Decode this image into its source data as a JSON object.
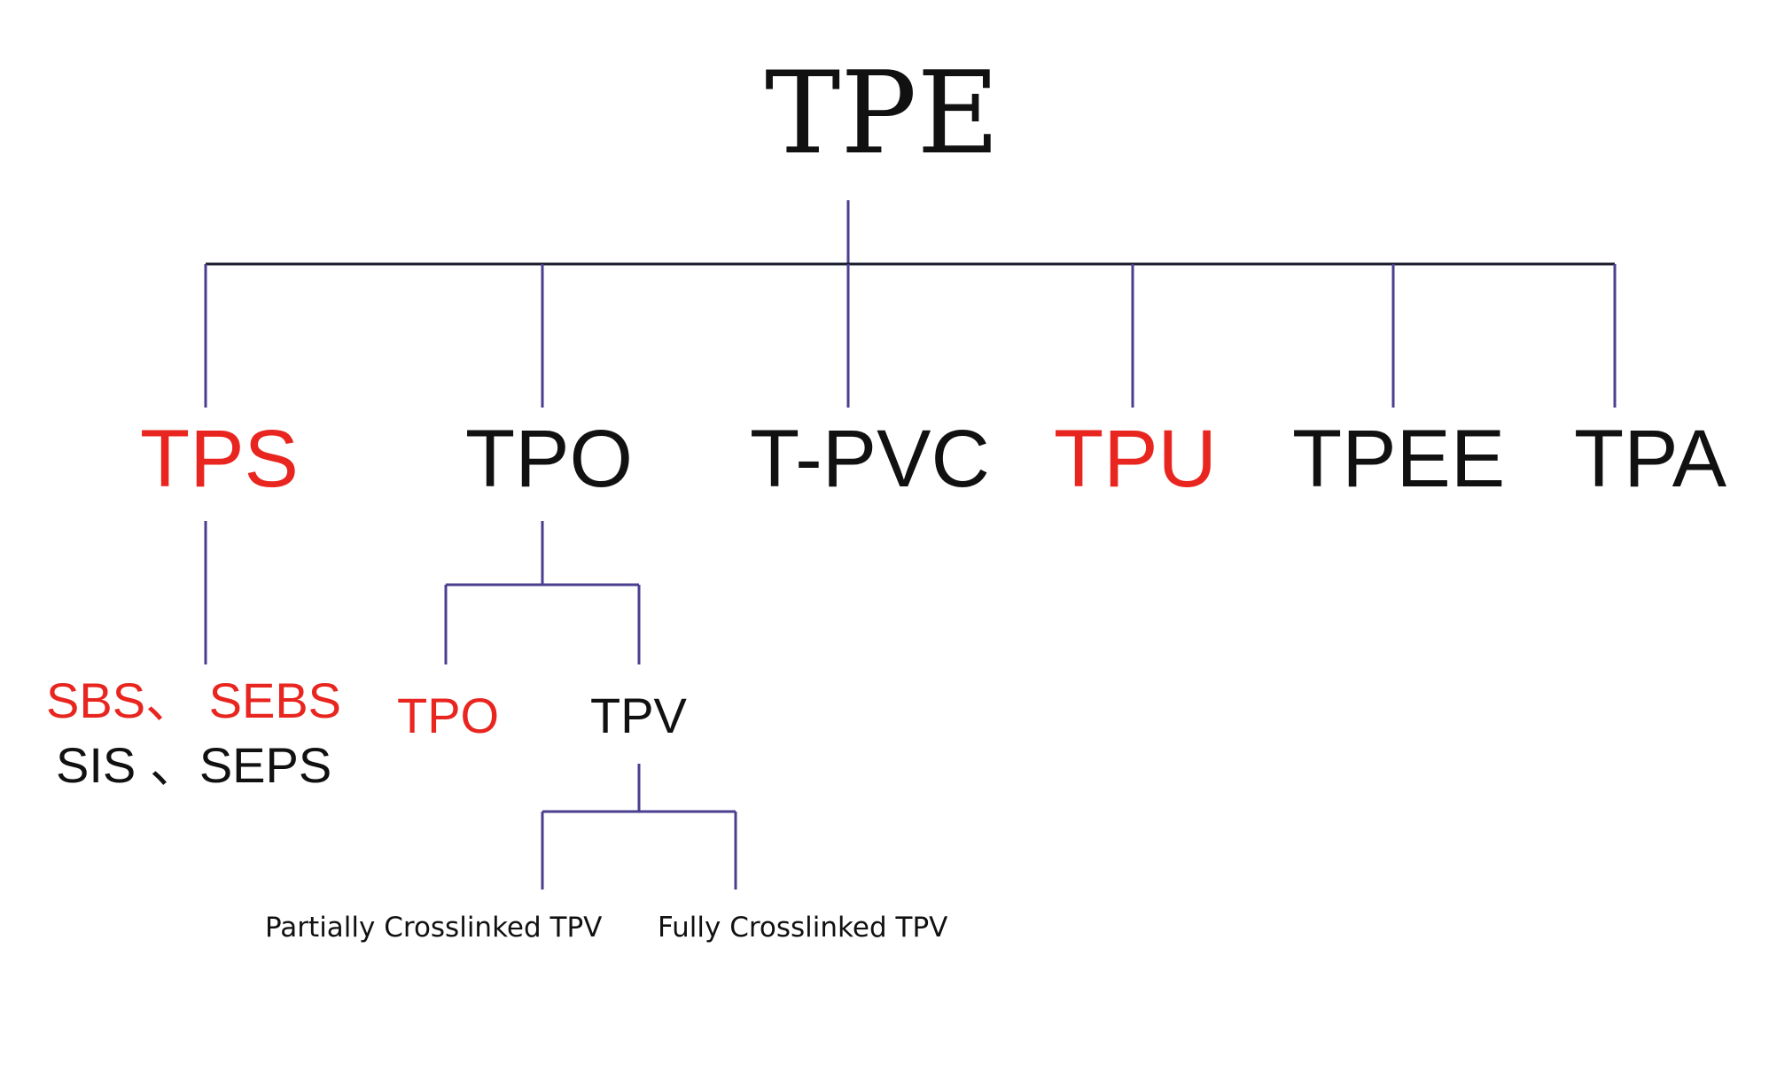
{
  "root": {
    "label": "TPE"
  },
  "categories": [
    {
      "label": "TPS"
    },
    {
      "label": "TPO"
    },
    {
      "label": "T-PVC"
    },
    {
      "label": "TPU"
    },
    {
      "label": "TPEE"
    },
    {
      "label": "TPA"
    }
  ],
  "tps_children": {
    "line1": "SBS、 SEBS",
    "line2": "SIS 、SEPS"
  },
  "tpo_children": [
    {
      "label": "TPO"
    },
    {
      "label": "TPV"
    }
  ],
  "tpv_children": [
    {
      "label": "Partially Crosslinked TPV"
    },
    {
      "label": "Fully Crosslinked TPV"
    }
  ],
  "colors": {
    "highlight": "#e8251f",
    "text": "#111111",
    "connector": "#4a3f8f",
    "main_bar": "#1a1a2e"
  }
}
